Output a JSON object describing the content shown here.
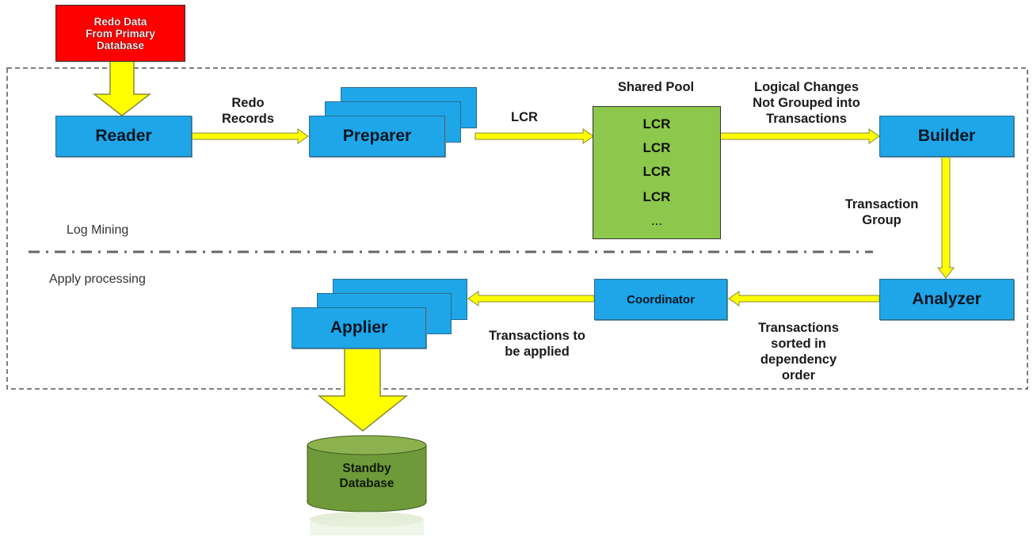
{
  "source": {
    "label": "Redo Data\nFrom Primary\nDatabase"
  },
  "stages": {
    "reader": "Reader",
    "preparer": "Preparer",
    "builder": "Builder",
    "analyzer": "Analyzer",
    "coordinator": "Coordinator",
    "applier": "Applier"
  },
  "shared_pool": {
    "title": "Shared Pool",
    "items": [
      "LCR",
      "LCR",
      "LCR",
      "LCR",
      "..."
    ]
  },
  "edge_labels": {
    "redo_records": "Redo\nRecords",
    "lcr": "LCR",
    "logical_changes": "Logical Changes\nNot Grouped into\nTransactions",
    "transaction_group": "Transaction\nGroup",
    "transactions_sorted": "Transactions\nsorted in\ndependency\norder",
    "transactions_applied": "Transactions to\nbe applied"
  },
  "sections": {
    "log_mining": "Log Mining",
    "apply_processing": "Apply processing"
  },
  "target": {
    "label": "Standby\nDatabase"
  },
  "colors": {
    "process_blue": "#1ea6e8",
    "arrow_yellow": "#ffff00",
    "pool_green": "#8cc84b",
    "database_olive": "#6f9a3a",
    "source_red": "#ff0000"
  }
}
